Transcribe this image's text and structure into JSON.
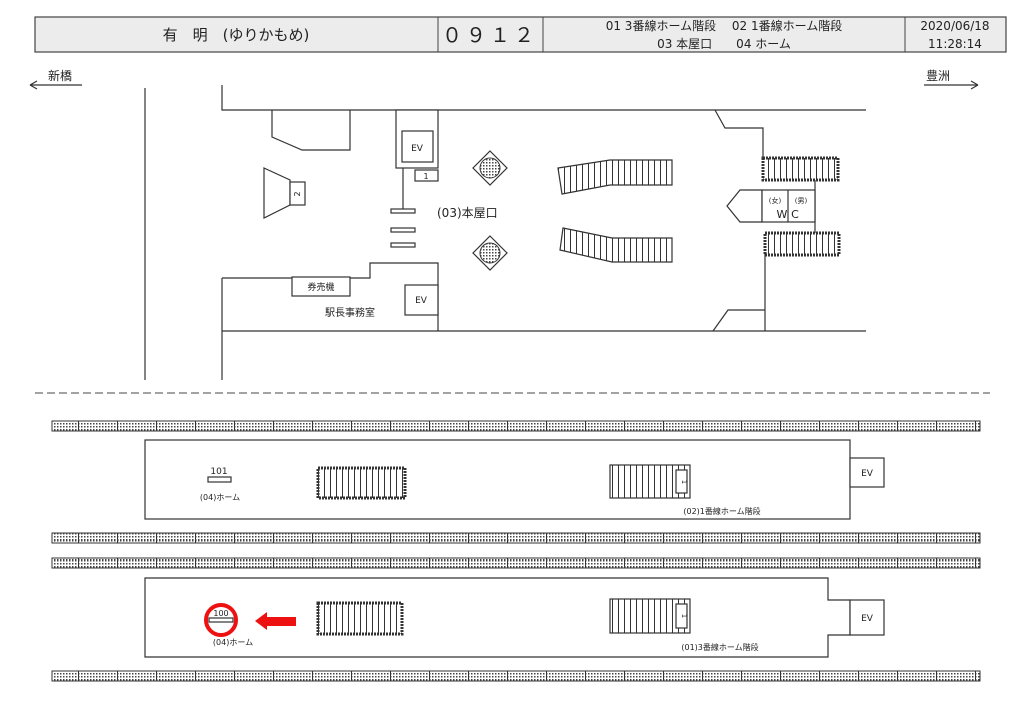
{
  "header": {
    "station_name": "有　明　(ゆりかもめ)",
    "code": "０９１２",
    "legend_line1": "01 3番線ホーム階段　 02 1番線ホーム階段",
    "legend_line2": "03 本屋口　　04 ホーム",
    "date": "2020/06/18",
    "time": "11:28:14"
  },
  "directions": {
    "left": "新橋",
    "right": "豊洲"
  },
  "concourse": {
    "entrance_label": "(03)本屋口",
    "ev_upper": "EV",
    "ev_lower": "EV",
    "gate_1": "1",
    "gate_2": "2",
    "ticket_machine": "券売機",
    "station_office": "駅長事務室",
    "wc_female": "(女)",
    "wc_male": "(男)",
    "wc_w": "W",
    "wc_c": "C"
  },
  "platform_upper": {
    "marker_number": "101",
    "platform_label": "(04)ホーム",
    "stairs_label": "(02)1番線ホーム階段",
    "stairs_number": "1",
    "ev": "EV"
  },
  "platform_lower": {
    "marker_number": "100",
    "platform_label": "(04)ホーム",
    "stairs_label": "(01)3番線ホーム階段",
    "stairs_number": "1",
    "ev": "EV"
  },
  "colors": {
    "highlight": "#ee1111"
  }
}
